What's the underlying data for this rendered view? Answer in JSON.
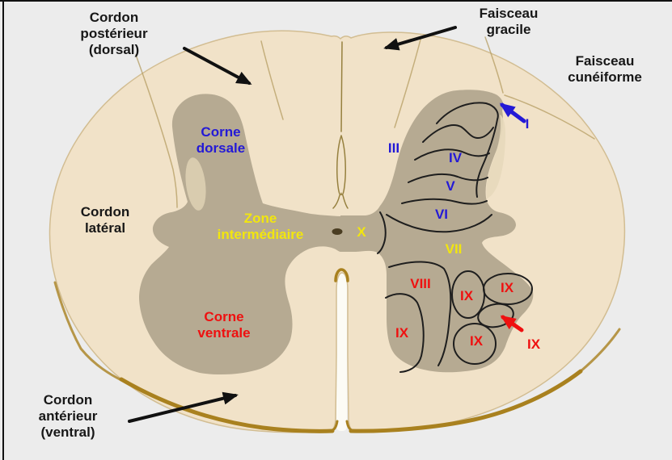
{
  "diagram_title": "Spinal cord cross-section with Rexed laminae (French labels)",
  "labels": {
    "cordon_posterieur": {
      "l1": "Cordon",
      "l2": "postérieur",
      "l3": "(dorsal)"
    },
    "faisceau_gracile": {
      "l1": "Faisceau",
      "l2": "gracile"
    },
    "faisceau_cuneiforme": {
      "l1": "Faisceau",
      "l2": "cunéiforme"
    },
    "corne_dorsale": {
      "l1": "Corne",
      "l2": "dorsale"
    },
    "cordon_lateral": {
      "l1": "Cordon",
      "l2": "latéral"
    },
    "zone_intermediaire": {
      "l1": "Zone",
      "l2": "intermédiaire"
    },
    "corne_ventrale": {
      "l1": "Corne",
      "l2": "ventrale"
    },
    "cordon_anterieur": {
      "l1": "Cordon",
      "l2": "antérieur",
      "l3": "(ventral)"
    }
  },
  "laminae": {
    "i": "I",
    "iii": "III",
    "iv": "IV",
    "v": "V",
    "vi": "VI",
    "vii": "VII",
    "viii": "VIII",
    "x": "X",
    "ix_medial": "IX",
    "ix_lateral": "IX",
    "ix_small_left": "IX",
    "ix_ventral": "IX",
    "ix_pointer": "IX"
  },
  "icons": {
    "arrow_posterior": "black arrow pointing to dorsal funiculus",
    "arrow_gracile": "black arrow pointing to gracile fasciculus",
    "arrow_anterior": "black arrow pointing to ventral funiculus",
    "arrow_lamina_i": "blue arrow pointing to lamina I",
    "arrow_lamina_ix": "red arrow pointing to a lamina IX nucleus"
  },
  "colors": {
    "background": "#ececec",
    "white_matter": "#f1e2c8",
    "gray_matter": "#b6aa92",
    "gray_matter_light_patch": "#ddcfb2",
    "rim_gold": "#a9811f",
    "fissure_white": "#fcfbf5",
    "central_canal": "#4a3d22",
    "label_black": "#171717",
    "label_blue": "#2319d6",
    "label_yellow": "#f2e60e",
    "label_red": "#ef1010"
  }
}
